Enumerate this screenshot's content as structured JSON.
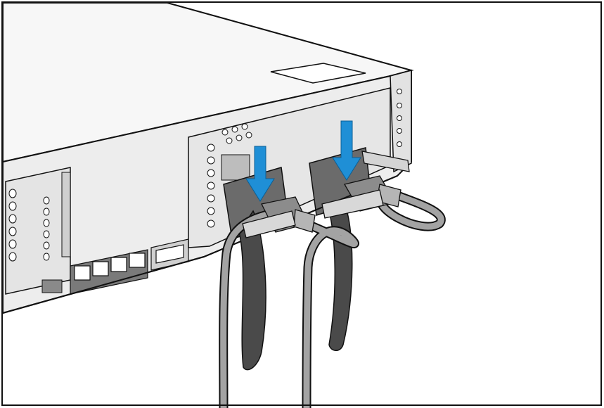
{
  "figure": {
    "subject": "server-rear-power-cord-routing",
    "colors": {
      "outline": "#111111",
      "chassis": "#f4f4f4",
      "chassis_shade": "#d9d9d9",
      "panel_dark": "#5a5a5a",
      "strap": "#4a4a4a",
      "cable": "#9a9a9a",
      "arrow": "#1f8fd6"
    },
    "arrows": [
      {
        "name": "install-arrow-left"
      },
      {
        "name": "install-arrow-right"
      }
    ]
  }
}
